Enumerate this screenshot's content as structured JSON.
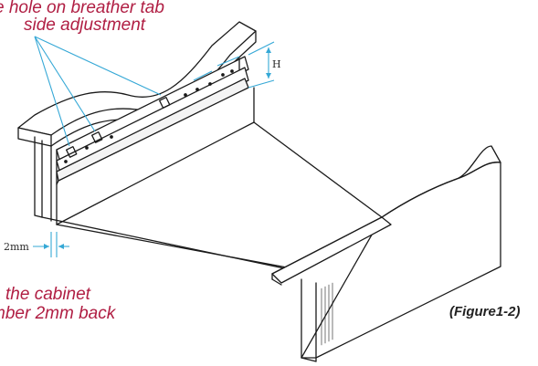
{
  "callout_top": {
    "line1": "e hole on breather tab",
    "line2": "side adjustment"
  },
  "callout_bottom": {
    "line1": "the cabinet",
    "line2": "mber 2mm back"
  },
  "dimension_height_label": "H",
  "dimension_gap_label": "2mm",
  "figure_label": "(Figure1-2)",
  "colors": {
    "callout_text": "#b01e43",
    "leader_lines": "#35a8d6",
    "drawing_lines": "#1a1a1a"
  }
}
